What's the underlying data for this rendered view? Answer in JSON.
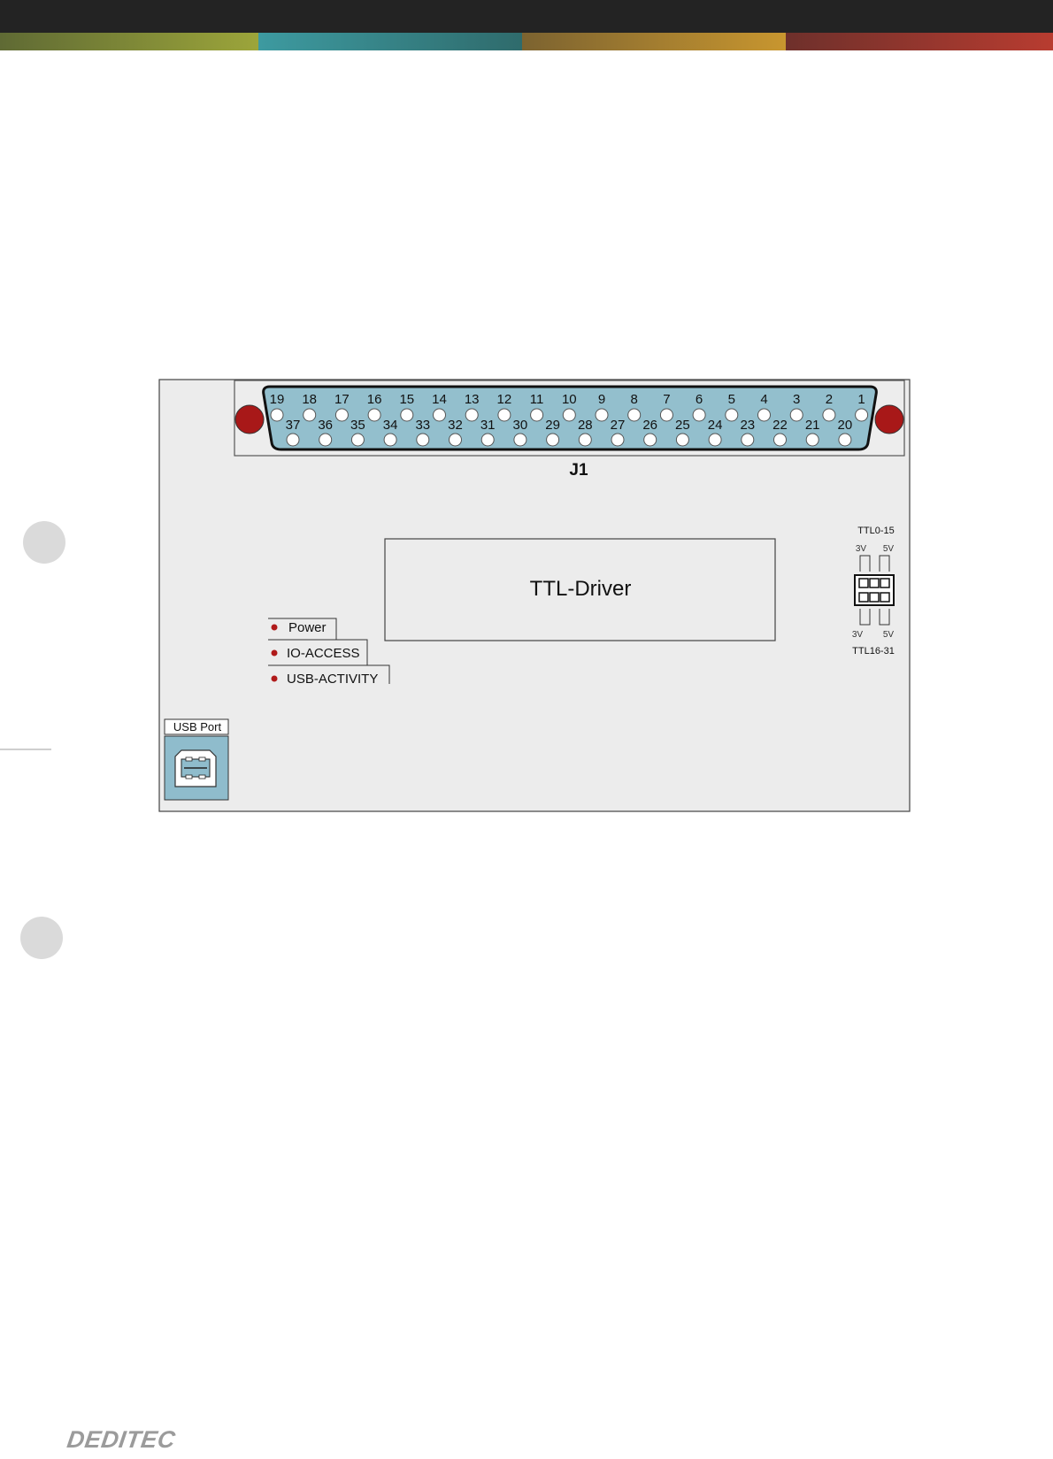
{
  "connector": {
    "label": "J1",
    "top_pins": [
      "19",
      "18",
      "17",
      "16",
      "15",
      "14",
      "13",
      "12",
      "11",
      "10",
      "9",
      "8",
      "7",
      "6",
      "5",
      "4",
      "3",
      "2",
      "1"
    ],
    "bottom_pins": [
      "37",
      "36",
      "35",
      "34",
      "33",
      "32",
      "31",
      "30",
      "29",
      "28",
      "27",
      "26",
      "25",
      "24",
      "23",
      "22",
      "21",
      "20"
    ]
  },
  "driver_label": "TTL-Driver",
  "leds": [
    "Power",
    "IO-ACCESS",
    "USB-ACTIVITY"
  ],
  "usb_label": "USB Port",
  "jumper": {
    "top_label": "TTL0-15",
    "bottom_label": "TTL16-31",
    "top_left": "3V",
    "top_right": "5V",
    "bottom_left": "3V",
    "bottom_right": "5V"
  },
  "logo": "DEDITEC",
  "colors": {
    "board": "#ececec",
    "connector_fill": "#93bfcd",
    "mount_hole": "#a81818",
    "led": "#b01a1a",
    "usb_fill": "#8fbccc"
  }
}
